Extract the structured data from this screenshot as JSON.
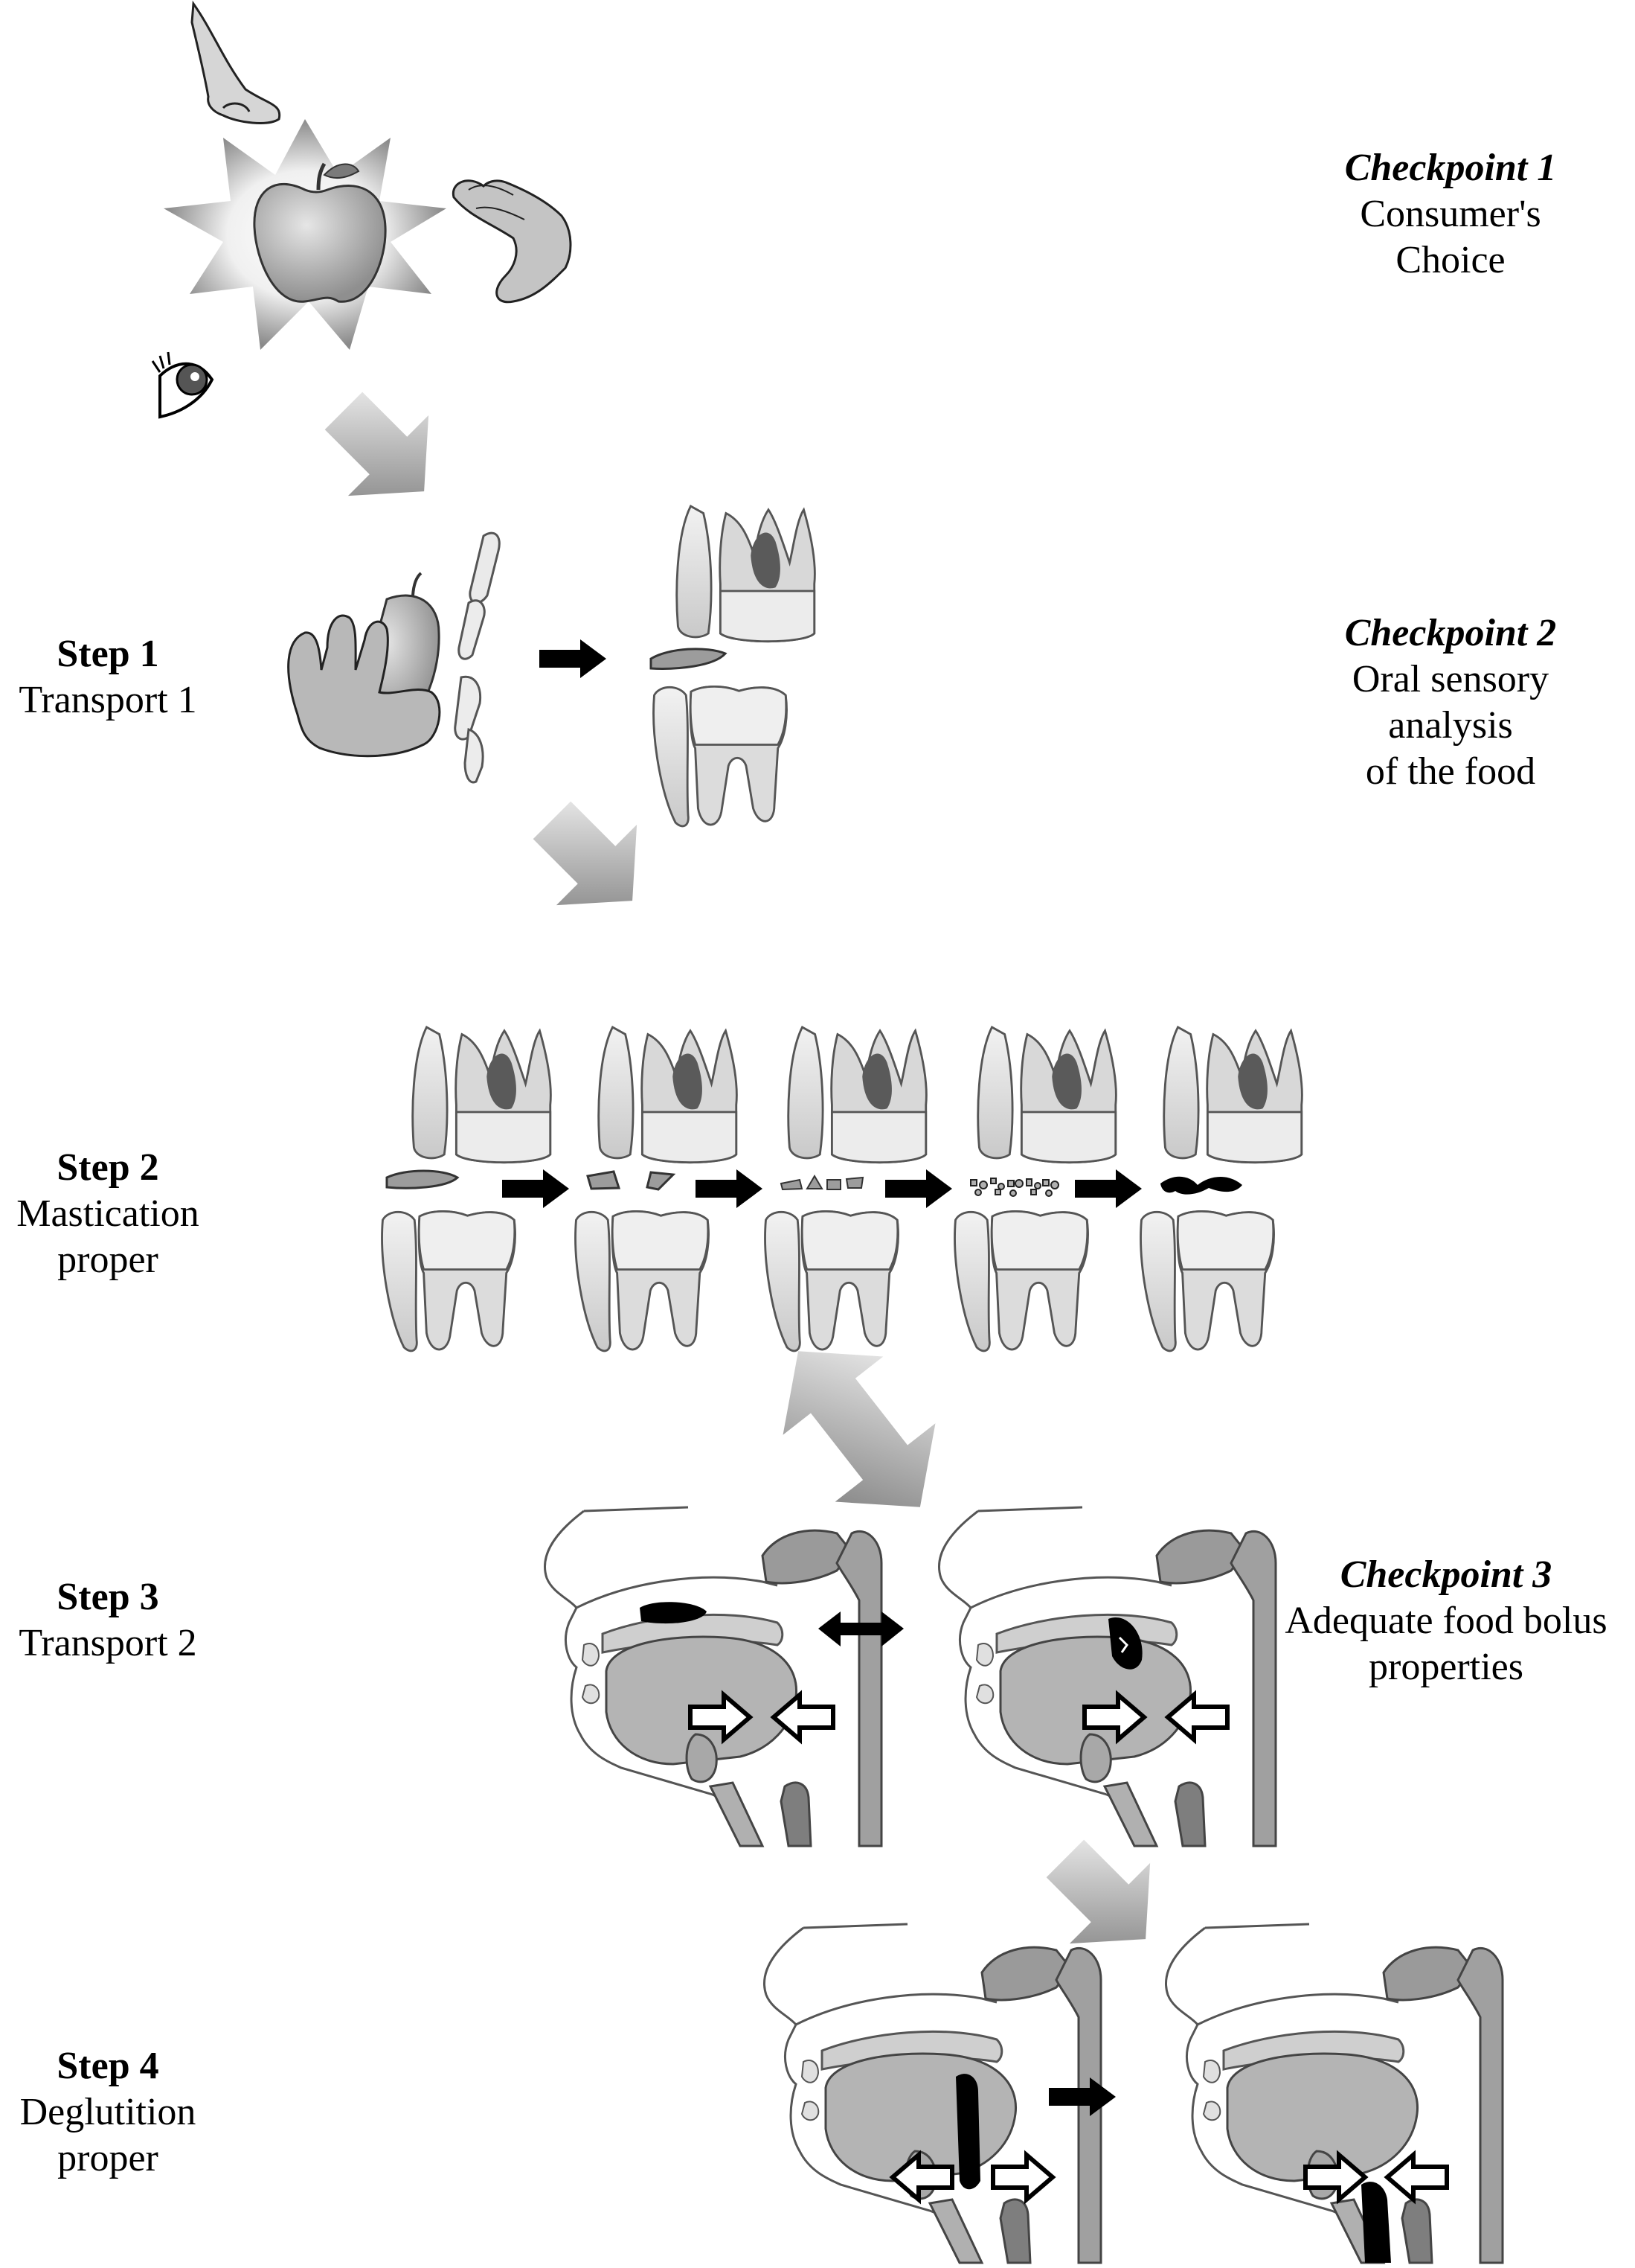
{
  "steps": [
    {
      "title": "Step 1",
      "lines": [
        "Transport 1"
      ]
    },
    {
      "title": "Step 2",
      "lines": [
        "Mastication",
        "proper"
      ]
    },
    {
      "title": "Step 3",
      "lines": [
        "Transport 2"
      ]
    },
    {
      "title": "Step 4",
      "lines": [
        "Deglutition",
        "proper"
      ]
    }
  ],
  "checkpoints": [
    {
      "title": "Checkpoint 1",
      "lines": [
        "Consumer's",
        "Choice"
      ]
    },
    {
      "title": "Checkpoint 2",
      "lines": [
        "Oral sensory",
        "analysis",
        "of the food"
      ]
    },
    {
      "title": "Checkpoint 3",
      "lines": [
        "Adequate food bolus",
        "properties"
      ]
    }
  ],
  "icons": [
    "nose-icon",
    "apple-icon",
    "hand-icon",
    "eye-icon",
    "tooth-icon",
    "head-cross-section-icon",
    "arrow-icon"
  ],
  "colors": {
    "tooth_light": "#e6e6e6",
    "tooth_dark": "#8c8c8c",
    "tissue": "#b4b4b4",
    "bolus": "#000000",
    "outline": "#222222"
  }
}
